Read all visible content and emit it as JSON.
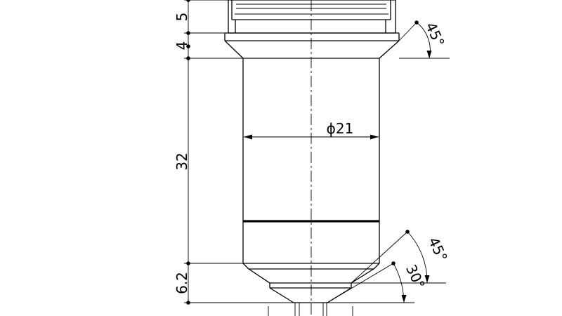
{
  "drawing": {
    "dimensions": {
      "collar_height": "5",
      "flange_height": "4",
      "body_length": "32",
      "nose_length": "6.2",
      "body_diameter": "ϕ21",
      "upper_chamfer_angle": "45°",
      "lower_chamfer_angle": "45°",
      "tip_angle": "30°"
    }
  }
}
